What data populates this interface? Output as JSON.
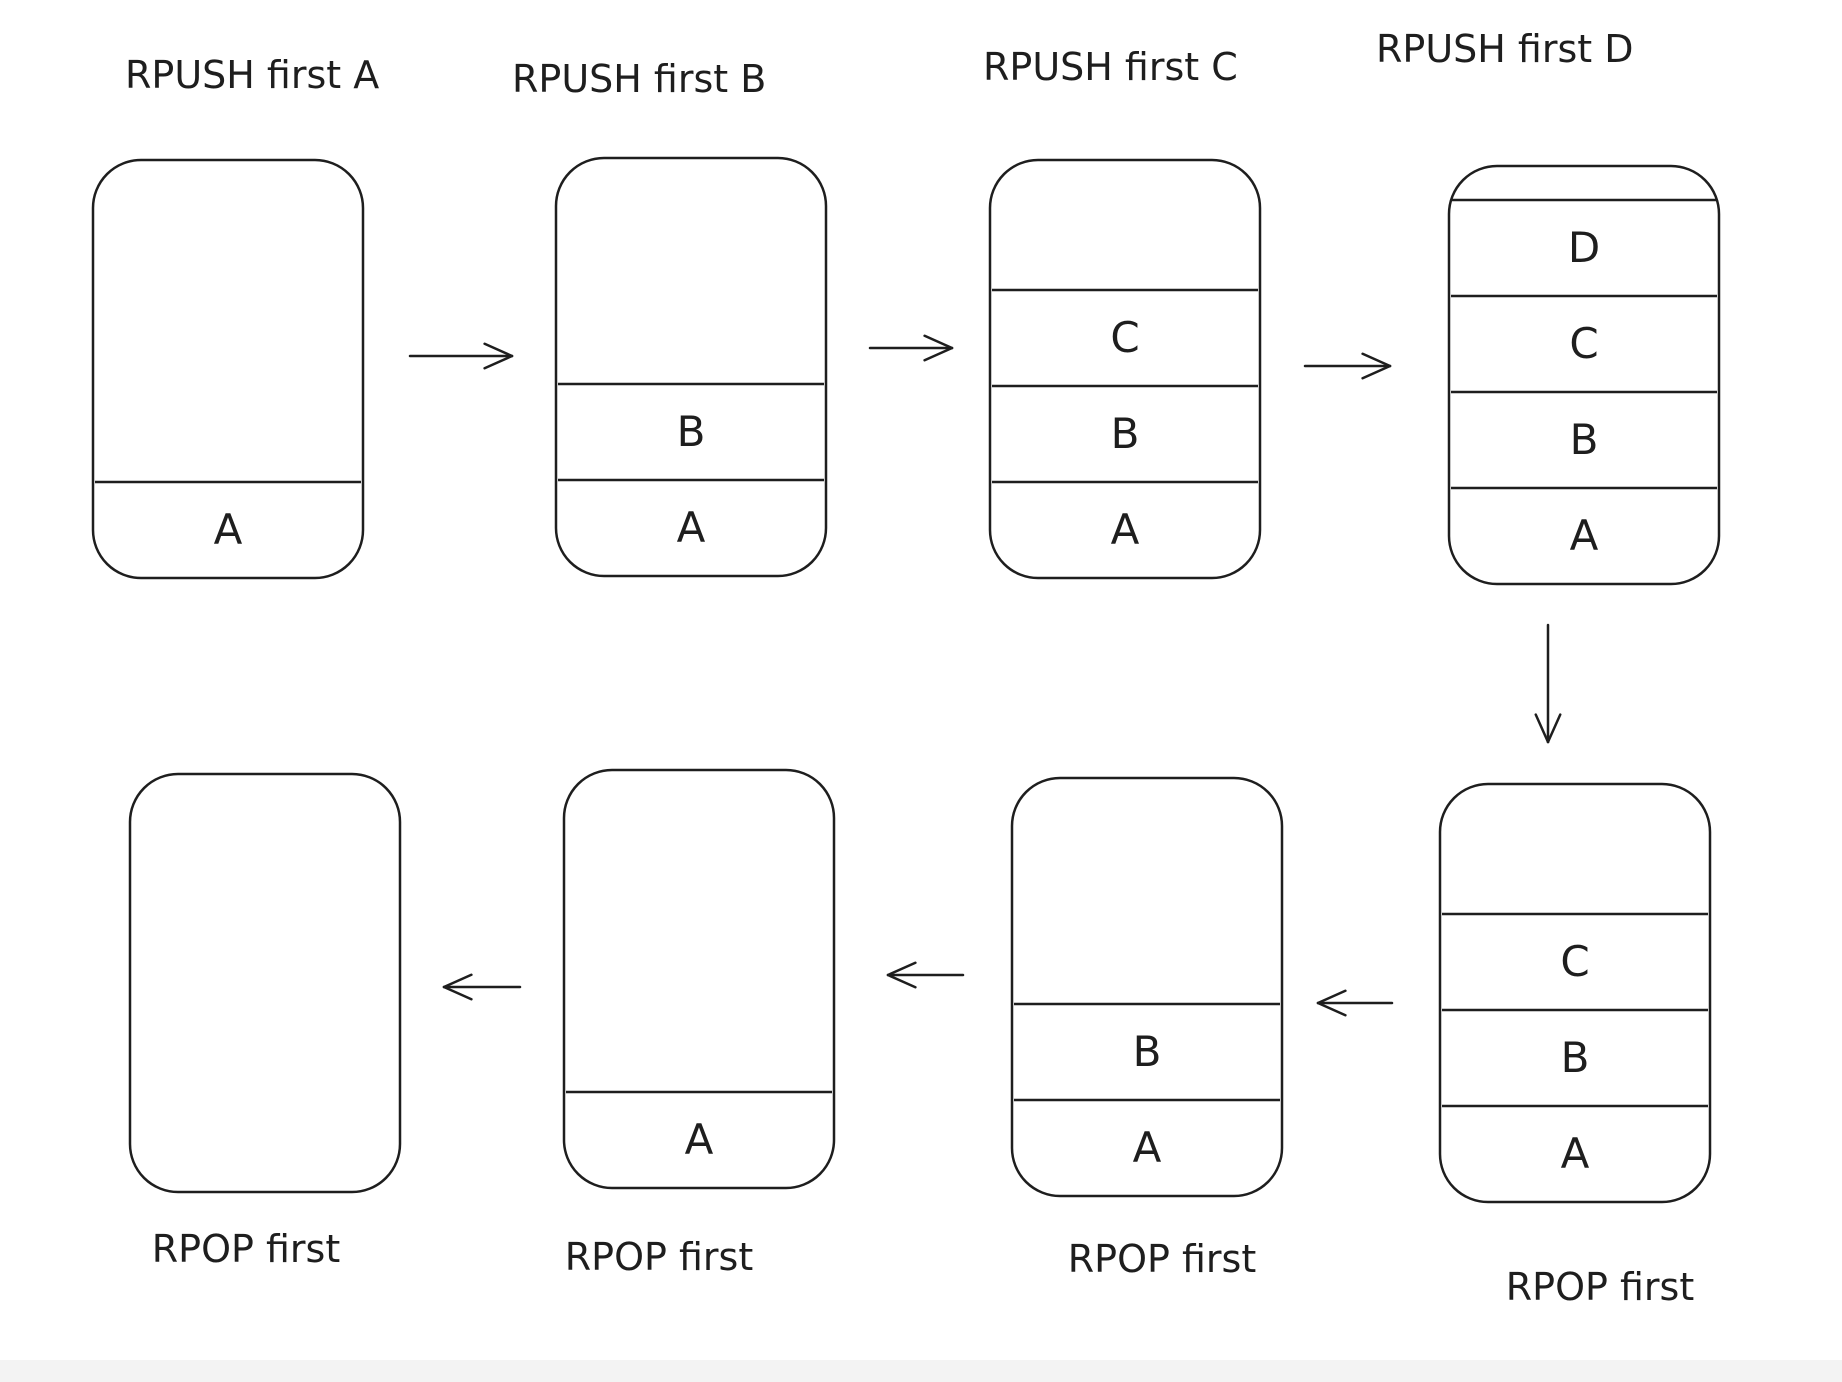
{
  "steps": [
    {
      "caption": "RPUSH first A",
      "items": [
        "A"
      ]
    },
    {
      "caption": "RPUSH first B",
      "items": [
        "A",
        "B"
      ]
    },
    {
      "caption": "RPUSH first C",
      "items": [
        "A",
        "B",
        "C"
      ]
    },
    {
      "caption": "RPUSH first D",
      "items": [
        "A",
        "B",
        "C",
        "D"
      ]
    },
    {
      "caption": "RPOP first",
      "items": [
        "A",
        "B",
        "C"
      ]
    },
    {
      "caption": "RPOP first",
      "items": [
        "A",
        "B"
      ]
    },
    {
      "caption": "RPOP first",
      "items": [
        "A"
      ]
    },
    {
      "caption": "RPOP first",
      "items": []
    }
  ]
}
